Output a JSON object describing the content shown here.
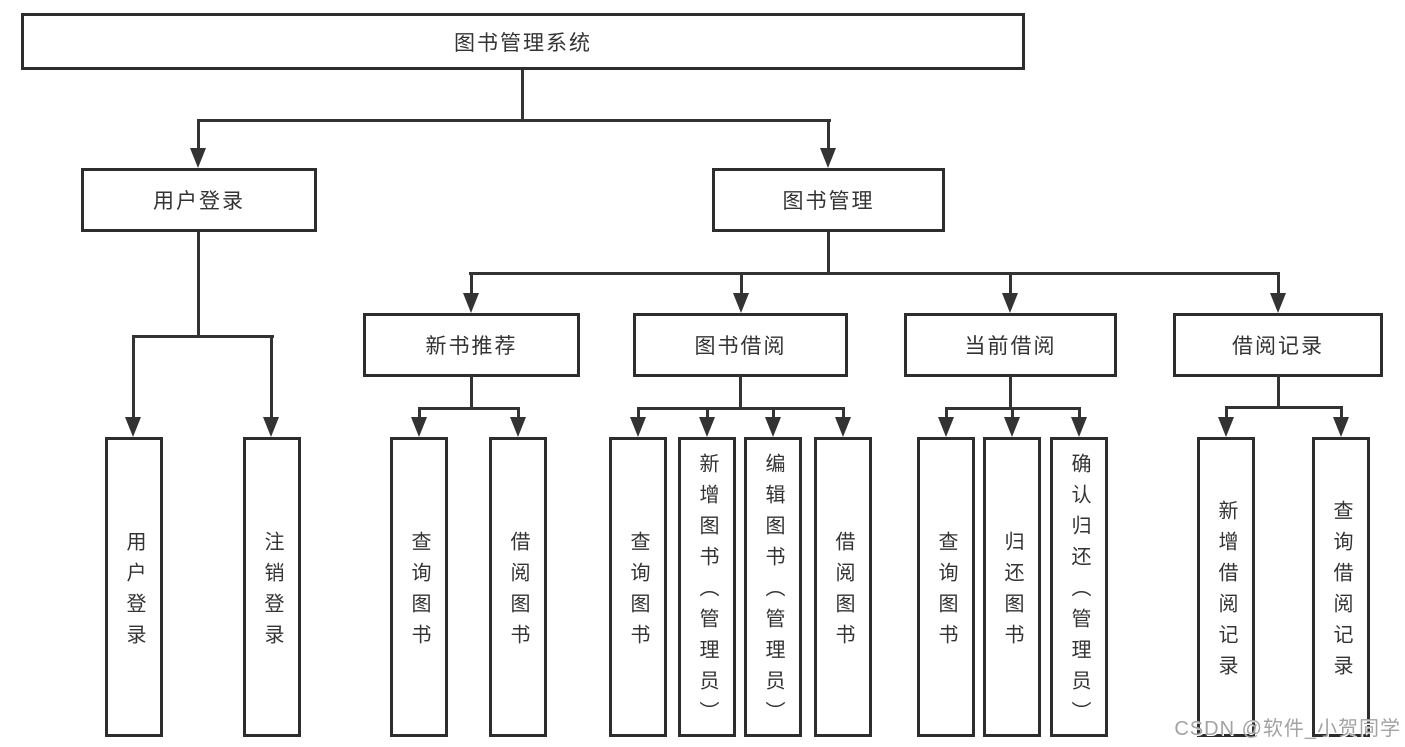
{
  "diagram": {
    "background": "#ffffff",
    "line_color": "#333333",
    "border_color": "#2d2d2d",
    "text_color": "#333333",
    "watermark": {
      "text": "CSDN @软件_小贺同学",
      "color": "#a3a3a3"
    },
    "nodes": {
      "root": {
        "label": "图书管理系统",
        "level": 1
      },
      "user_login": {
        "label": "用户登录",
        "level": 2,
        "parent": "root"
      },
      "book_mgmt": {
        "label": "图书管理",
        "level": 2,
        "parent": "root"
      },
      "new_book_rec": {
        "label": "新书推荐",
        "level": 3,
        "parent": "book_mgmt"
      },
      "book_borrow": {
        "label": "图书借阅",
        "level": 3,
        "parent": "book_mgmt"
      },
      "current_borrow": {
        "label": "当前借阅",
        "level": 3,
        "parent": "book_mgmt"
      },
      "borrow_records": {
        "label": "借阅记录",
        "level": 3,
        "parent": "book_mgmt"
      },
      "leaf_user_login": {
        "label": "用户登录",
        "parent": "user_login"
      },
      "leaf_logout": {
        "label": "注销登录",
        "parent": "user_login"
      },
      "leaf_query_book_rec": {
        "label": "查询图书",
        "parent": "new_book_rec"
      },
      "leaf_borrow_book_rec": {
        "label": "借阅图书",
        "parent": "new_book_rec"
      },
      "leaf_query_book_borrow": {
        "label": "查询图书",
        "parent": "book_borrow"
      },
      "leaf_add_book": {
        "label": "新增图书（管理员）",
        "parent": "book_borrow"
      },
      "leaf_edit_book": {
        "label": "编辑图书（管理员）",
        "parent": "book_borrow"
      },
      "leaf_borrow_book_borrow": {
        "label": "借阅图书",
        "parent": "book_borrow"
      },
      "leaf_query_book_current": {
        "label": "查询图书",
        "parent": "current_borrow"
      },
      "leaf_return_book": {
        "label": "归还图书",
        "parent": "current_borrow"
      },
      "leaf_confirm_return": {
        "label": "确认归还（管理员）",
        "parent": "current_borrow"
      },
      "leaf_add_record": {
        "label": "新增借阅记录",
        "parent": "borrow_records"
      },
      "leaf_query_record": {
        "label": "查询借阅记录",
        "parent": "borrow_records"
      }
    }
  }
}
